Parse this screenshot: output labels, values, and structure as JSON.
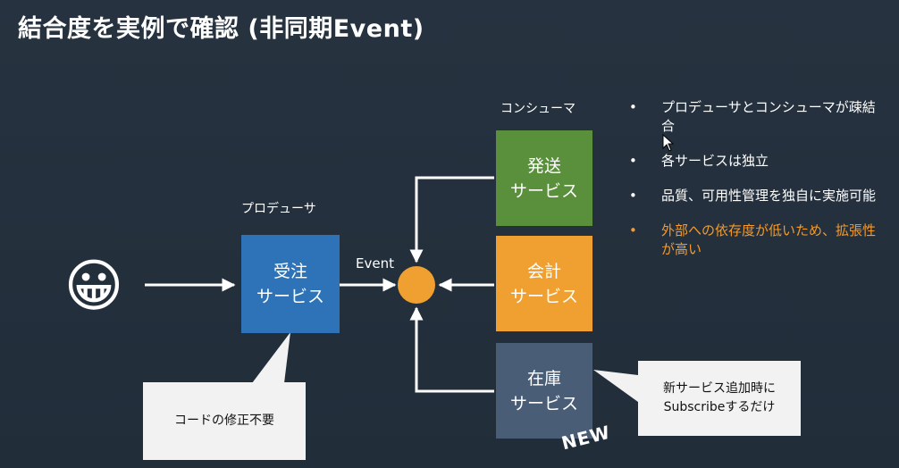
{
  "title": "結合度を実例で確認 (非同期Event)",
  "labels": {
    "producer": "プロデューサ",
    "consumer": "コンシューマ",
    "event": "Event",
    "new_tag": "NEW"
  },
  "boxes": {
    "order": "受注\nサービス",
    "shipping": "発送\nサービス",
    "accounting": "会計\nサービス",
    "inventory": "在庫\nサービス"
  },
  "callouts": {
    "no_change": "コードの修正不要",
    "subscribe": "新サービス追加時に\nSubscribeするだけ"
  },
  "bullets": [
    {
      "text": "プロデューサとコンシューマが疎結合"
    },
    {
      "text": "各サービスは独立"
    },
    {
      "text": "品質、可用性管理を独自に実施可能"
    },
    {
      "text": "外部への依存度が低いため、拡張性が高い"
    }
  ],
  "bullet_marker": "•",
  "emoji": "😀",
  "colors": {
    "background": "#232f3e",
    "order": "#2e73b8",
    "shipping": "#5a8f3c",
    "accounting": "#f0a030",
    "inventory": "#4a5d76",
    "event_bus": "#f0a030",
    "highlight_text": "#f59a2b"
  }
}
